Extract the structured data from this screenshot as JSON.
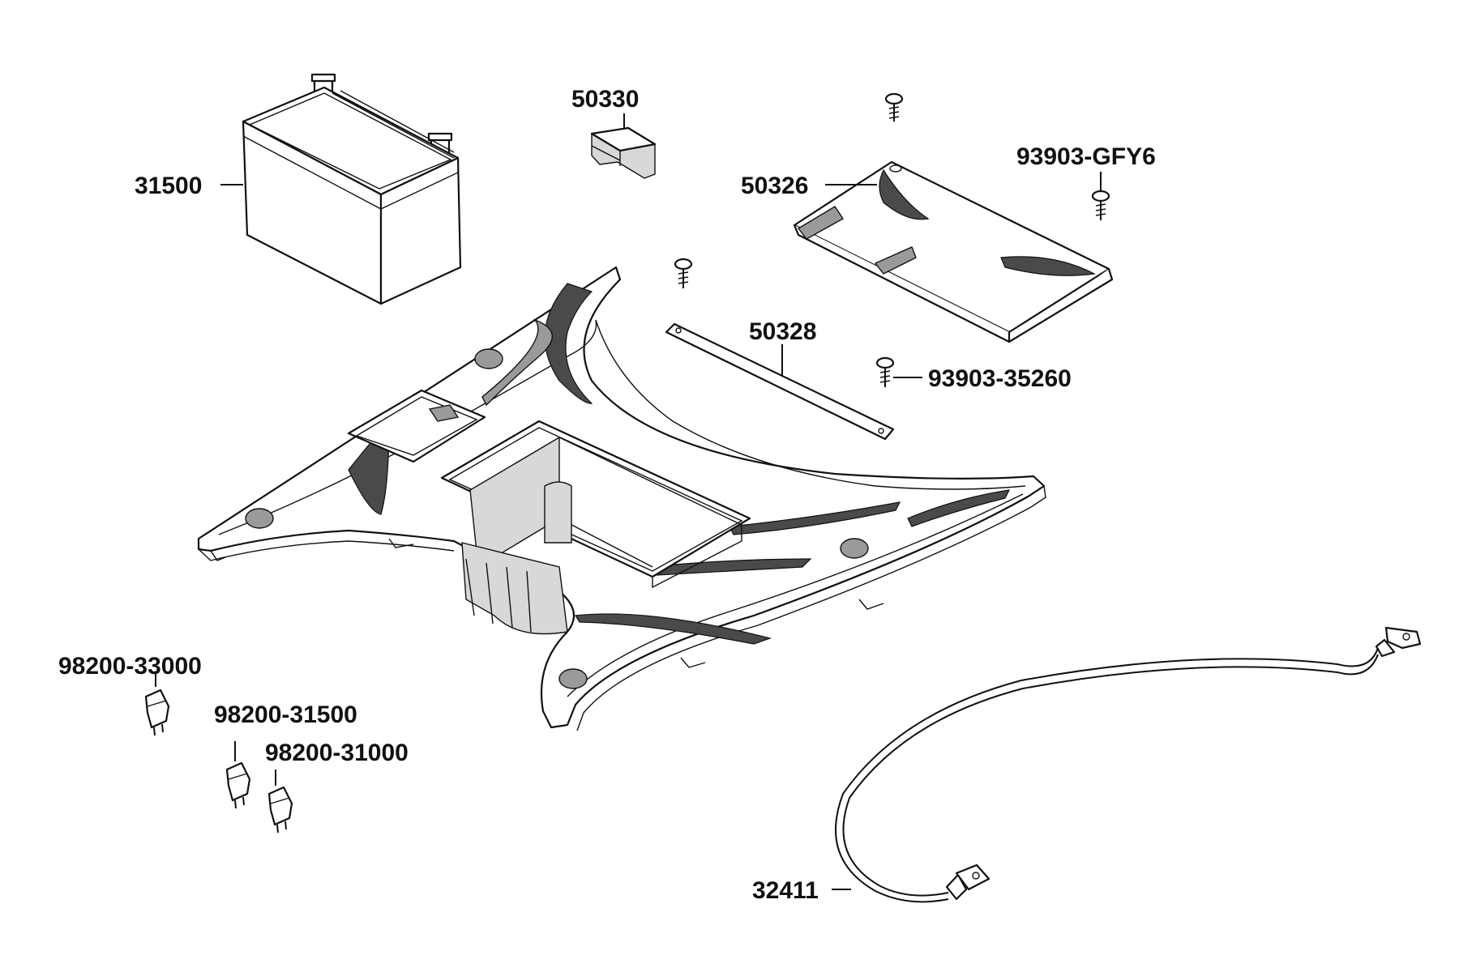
{
  "labels": {
    "battery": "31500",
    "rubber_pad": "50330",
    "battery_cover": "50326",
    "screw_gfy6": "93903-GFY6",
    "battery_strap": "50328",
    "screw_35260": "93903-35260",
    "fuse_33000": "98200-33000",
    "fuse_31500": "98200-31500",
    "fuse_31000": "98200-31000",
    "ground_cable": "32411"
  },
  "colors": {
    "line": "#111111",
    "fill": "#ffffff",
    "shade": "#4a4a4a"
  }
}
